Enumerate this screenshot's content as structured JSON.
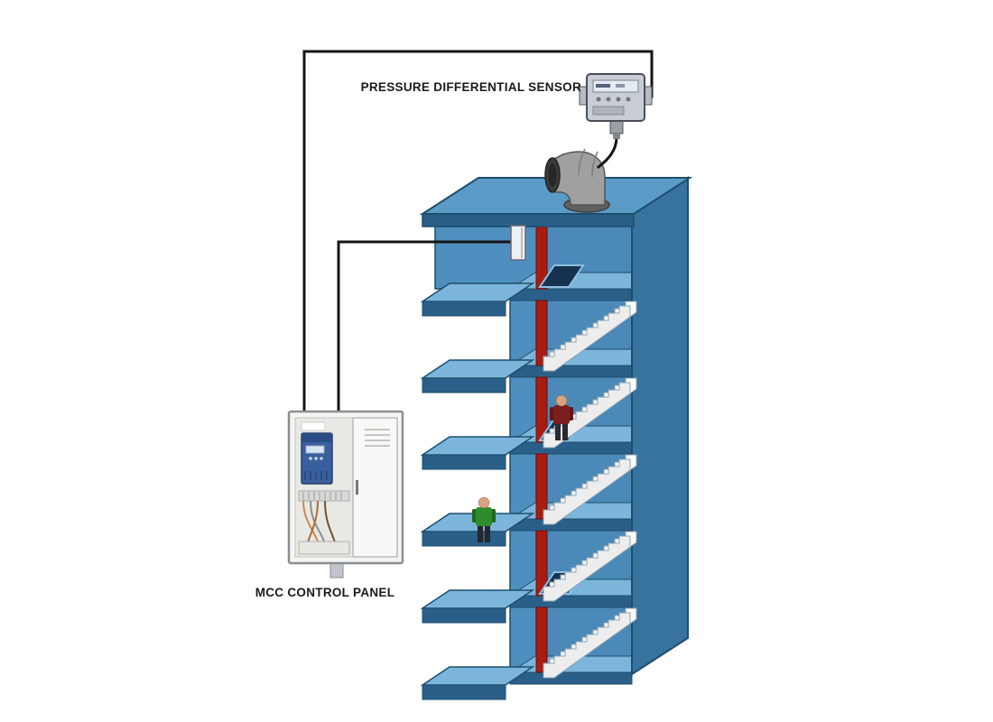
{
  "labels": {
    "pressure_sensor": "PRESSURE DIFFERENTIAL SENSOR",
    "mcc_panel": "MCC CONTROL PANEL"
  },
  "building": {
    "stories": 6,
    "staircases": 5,
    "stair_doors": 6,
    "floor_hatches": 3,
    "people": 2
  },
  "colors": {
    "background": "#ffffff",
    "outline": "#1d4e6b",
    "building-front": "#4f8fc0",
    "building-side": "#38729e",
    "building-top": "#5b9bc8",
    "interior-back": "#4a89b8",
    "slab-top": "#7cb5dc",
    "slab-edge": "#2a5f8a",
    "door-red": "#a81c14",
    "stair-light": "#ededed",
    "stair-top": "#fbfbfb",
    "stair-stroke": "#8fa3b3",
    "hatch-dark": "#16324e",
    "hatch-rim": "#8fc0e2",
    "wire": "#141414",
    "duct-body": "#a0a0a0",
    "duct-dark": "#3a3a3a",
    "duct-flange": "#606060",
    "sensor-body": "#c9ced6",
    "sensor-display": "#e4ebf2",
    "panel-body": "#f4f4f1",
    "panel-border": "#8a8f94",
    "vfd-blue": "#3a5f9e",
    "person-red": "#7a1f1f",
    "person-green": "#2e8b2e",
    "skin": "#d9a37e",
    "label-text": "#1b1b1b"
  }
}
